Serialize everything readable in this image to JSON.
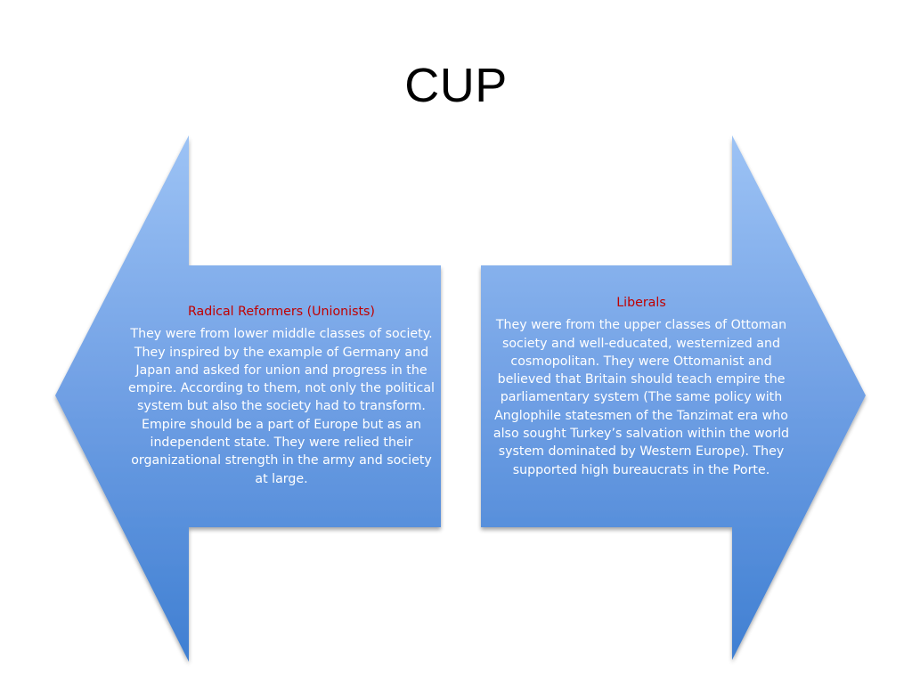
{
  "slide": {
    "title": "CUP"
  },
  "colors": {
    "arrow_top": "#9dc3f5",
    "arrow_bottom": "#3f7fd2",
    "heading_red": "#c00000",
    "body_text": "#ffffff"
  },
  "left_arrow": {
    "heading": "Radical Reformers (Unionists)",
    "body": "They were from lower middle classes of society. They inspired by the example of Germany and Japan and asked for union and progress in the empire. According to them, not only the political system but also the society had to transform. Empire should be a part of Europe but as an independent state. They were relied their organizational strength in the army and society at large."
  },
  "right_arrow": {
    "heading": "Liberals",
    "body": "They were from the upper classes of Ottoman society and well-educated, westernized and cosmopolitan. They were Ottomanist and believed that Britain should teach empire the parliamentary system (The same policy with Anglophile statesmen of the Tanzimat era who also sought Turkey’s salvation within the world system dominated by Western Europe). They supported high bureaucrats in the Porte."
  }
}
